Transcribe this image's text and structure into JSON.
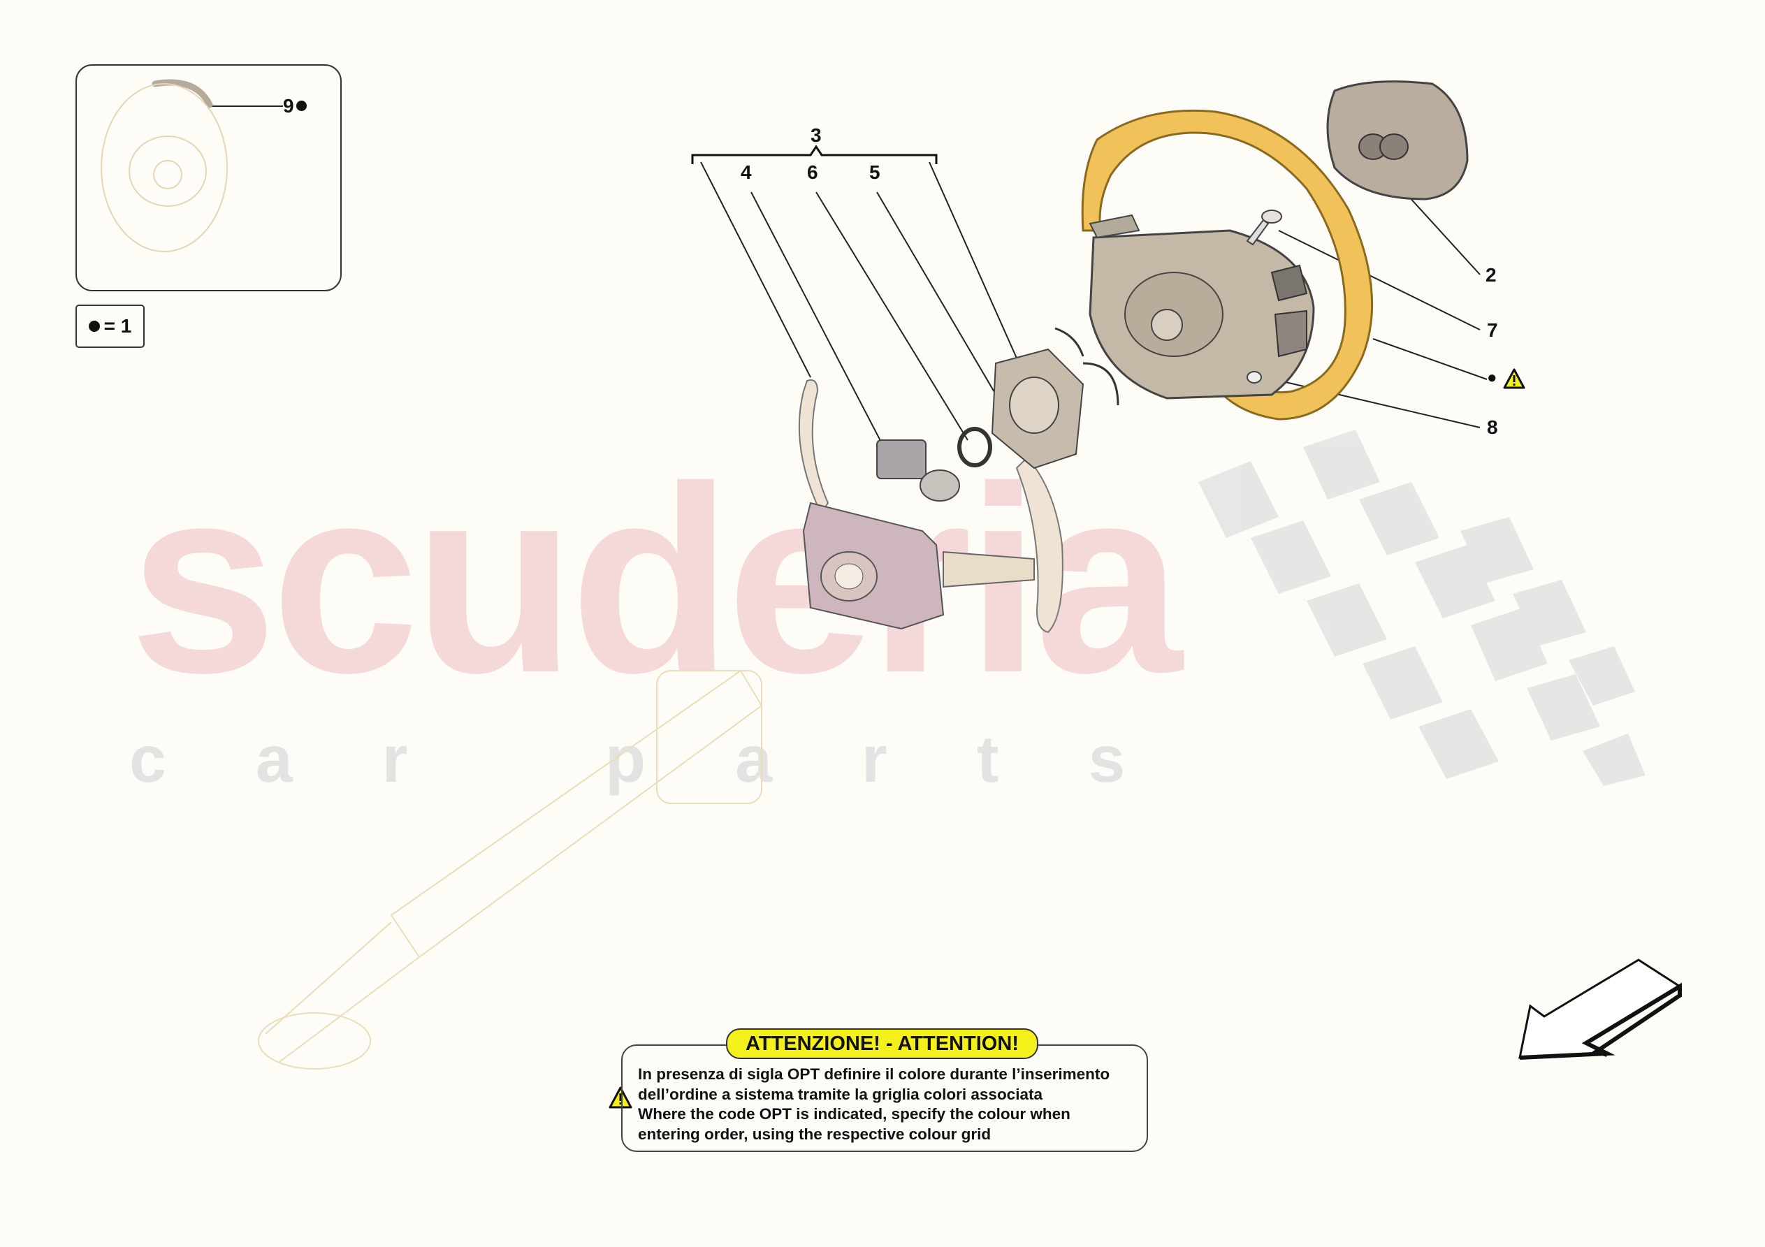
{
  "watermark": {
    "brand": "scuderia",
    "sub": "car parts"
  },
  "inset": {
    "callout": "9",
    "callout_marker": "●"
  },
  "legend": {
    "marker": "●",
    "text": "= 1"
  },
  "callouts": {
    "c3": "3",
    "c4": "4",
    "c6": "6",
    "c5": "5",
    "c2": "2",
    "c7": "7",
    "c8": "8",
    "c_opt": "●"
  },
  "warning": {
    "title": "ATTENZIONE! - ATTENTION!",
    "lines": [
      "In presenza di sigla OPT definire il colore durante l’inserimento",
      "dell’ordine a sistema tramite la griglia colori associata",
      "Where the code OPT is indicated, specify the colour when",
      "entering order, using the respective colour grid"
    ]
  },
  "colors": {
    "warning_yellow": "#f4f01c",
    "wheel_rim": "#f2c25a",
    "watermark_pink": "#f3c9cd"
  }
}
